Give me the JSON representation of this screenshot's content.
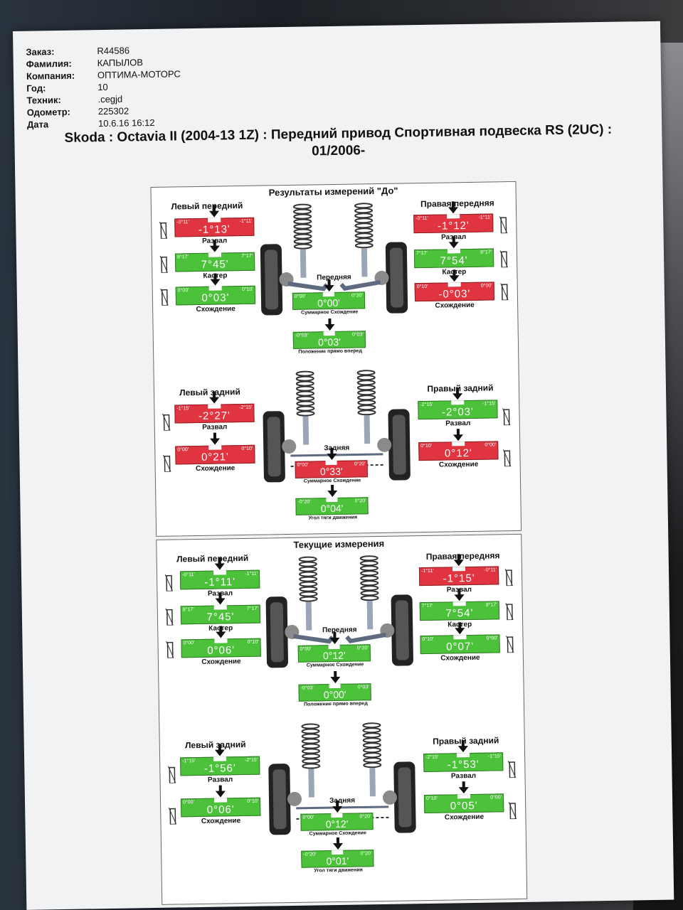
{
  "header": {
    "rows": [
      {
        "label": "Заказ:",
        "value": "R44586"
      },
      {
        "label": "Фамилия:",
        "value": "КАПЫЛОВ"
      },
      {
        "label": "Компания:",
        "value": "ОПТИМА-МОТОРС"
      },
      {
        "label": "Год:",
        "value": "10"
      },
      {
        "label": "Техник:",
        "value": ".cegjd"
      },
      {
        "label": "Одометр:",
        "value": "225302"
      },
      {
        "label": "Дата",
        "value": "10.6.16 16:12"
      }
    ]
  },
  "title": "Skoda : Octavia II (2004-13 1Z) : Передний привод Спортивная подвеска RS (2UC) : 01/2006-",
  "panels": [
    {
      "title": "Результаты измерений \"До\"",
      "front_left_label": "Левый передний",
      "front_right_label": "Правая передняя",
      "front_axle_label": "Передняя",
      "rear_left_label": "Левый задний",
      "rear_right_label": "Правый задний",
      "rear_axle_label": "Задняя",
      "fl": {
        "camber": {
          "value": "-1°13'",
          "lo": "-0°11'",
          "hi": "-1°11'",
          "status": "red",
          "caption": "Развал"
        },
        "caster": {
          "value": "7°45'",
          "lo": "8°17'",
          "hi": "7°17'",
          "status": "green",
          "caption": "Кастер"
        },
        "toe": {
          "value": "0°03'",
          "lo": "0°00'",
          "hi": "0°10'",
          "status": "green",
          "caption": "Схождение"
        }
      },
      "fr": {
        "camber": {
          "value": "-1°12'",
          "lo": "-0°11'",
          "hi": "-1°11'",
          "status": "red",
          "caption": "Развал"
        },
        "caster": {
          "value": "7°54'",
          "lo": "7°17'",
          "hi": "8°17'",
          "status": "green",
          "caption": "Кастер"
        },
        "toe": {
          "value": "-0°03'",
          "lo": "0°10'",
          "hi": "0°00'",
          "status": "red",
          "caption": "Схождение"
        }
      },
      "front_total_toe": {
        "value": "0°00'",
        "lo": "0°00'",
        "hi": "0°20'",
        "status": "green",
        "caption": "Суммарное Схождение"
      },
      "front_straight": {
        "value": "0°03'",
        "lo": "-0°03'",
        "hi": "0°03'",
        "status": "green",
        "caption": "Положение прямо вперед"
      },
      "rl": {
        "camber": {
          "value": "-2°27'",
          "lo": "-1°15'",
          "hi": "-2°15'",
          "status": "red",
          "caption": "Развал"
        },
        "toe": {
          "value": "0°21'",
          "lo": "0°00'",
          "hi": "0°10'",
          "status": "red",
          "caption": "Схождение"
        }
      },
      "rr": {
        "camber": {
          "value": "-2°03'",
          "lo": "-2°15'",
          "hi": "-1°15'",
          "status": "green",
          "caption": "Развал"
        },
        "toe": {
          "value": "0°12'",
          "lo": "0°10'",
          "hi": "0°00'",
          "status": "red",
          "caption": "Схождение"
        }
      },
      "rear_total_toe": {
        "value": "0°33'",
        "lo": "0°00'",
        "hi": "0°20'",
        "status": "red",
        "caption": "Суммарное Схождение"
      },
      "thrust": {
        "value": "0°04'",
        "lo": "-0°20'",
        "hi": "0°20'",
        "status": "green",
        "caption": "Угол тяги движения"
      }
    },
    {
      "title": "Текущие измерения",
      "front_left_label": "Левый передний",
      "front_right_label": "Правая передняя",
      "front_axle_label": "Передняя",
      "rear_left_label": "Левый задний",
      "rear_right_label": "Правый задний",
      "rear_axle_label": "Задняя",
      "fl": {
        "camber": {
          "value": "-1°11'",
          "lo": "-0°11'",
          "hi": "-1°11'",
          "status": "green",
          "caption": "Развал"
        },
        "caster": {
          "value": "7°45'",
          "lo": "8°17'",
          "hi": "7°17'",
          "status": "green",
          "caption": "Кастер"
        },
        "toe": {
          "value": "0°06'",
          "lo": "0°00'",
          "hi": "0°10'",
          "status": "green",
          "caption": "Схождение"
        }
      },
      "fr": {
        "camber": {
          "value": "-1°15'",
          "lo": "-1°11'",
          "hi": "-0°11'",
          "status": "red",
          "caption": "Развал"
        },
        "caster": {
          "value": "7°54'",
          "lo": "7°17'",
          "hi": "8°17'",
          "status": "green",
          "caption": "Кастер"
        },
        "toe": {
          "value": "0°07'",
          "lo": "0°10'",
          "hi": "0°00'",
          "status": "green",
          "caption": "Схождение"
        }
      },
      "front_total_toe": {
        "value": "0°12'",
        "lo": "0°00'",
        "hi": "0°20'",
        "status": "green",
        "caption": "Суммарное Схождение"
      },
      "front_straight": {
        "value": "0°00'",
        "lo": "-0°03'",
        "hi": "0°03'",
        "status": "green",
        "caption": "Положение прямо вперед"
      },
      "rl": {
        "camber": {
          "value": "-1°56'",
          "lo": "-1°15'",
          "hi": "-2°15'",
          "status": "green",
          "caption": "Развал"
        },
        "toe": {
          "value": "0°06'",
          "lo": "0°00'",
          "hi": "0°10'",
          "status": "green",
          "caption": "Схождение"
        }
      },
      "rr": {
        "camber": {
          "value": "-1°53'",
          "lo": "-2°15'",
          "hi": "-1°15'",
          "status": "green",
          "caption": "Развал"
        },
        "toe": {
          "value": "0°05'",
          "lo": "0°10'",
          "hi": "0°00'",
          "status": "green",
          "caption": "Схождение"
        }
      },
      "rear_total_toe": {
        "value": "0°12'",
        "lo": "0°00'",
        "hi": "0°20'",
        "status": "green",
        "caption": "Суммарное Схождение"
      },
      "thrust": {
        "value": "0°01'",
        "lo": "-0°20'",
        "hi": "0°20'",
        "status": "green",
        "caption": "Угол тяги движения"
      }
    }
  ],
  "colors": {
    "in_spec": "#4cc23a",
    "out_of_spec": "#e03540"
  }
}
